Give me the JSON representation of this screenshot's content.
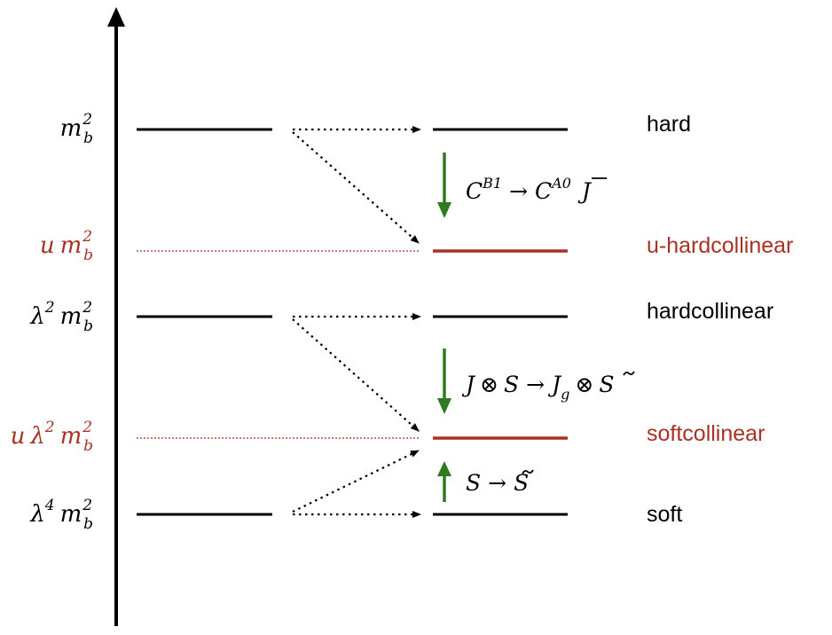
{
  "colors": {
    "black": "#000000",
    "red": "#a83224",
    "green": "#2e7a1e"
  },
  "scale_labels": {
    "hard": {
      "base": "m",
      "sub": "b",
      "sup": "2"
    },
    "u_hard": {
      "prefix": "u",
      "base": "m",
      "sub": "b",
      "sup": "2"
    },
    "hardcoll": {
      "lam": "λ",
      "lam_sup": "2",
      "base": "m",
      "sub": "b",
      "sup": "2"
    },
    "u_soft": {
      "prefix": "u",
      "lam": "λ",
      "lam_sup": "2",
      "base": "m",
      "sub": "b",
      "sup": "2"
    },
    "soft": {
      "lam": "λ",
      "lam_sup": "4",
      "base": "m",
      "sub": "b",
      "sup": "2"
    }
  },
  "level_names": {
    "hard": "hard",
    "u_hard": "u-hardcollinear",
    "hardcoll": "hardcollinear",
    "u_soft": "softcollinear",
    "soft": "soft"
  },
  "matching": {
    "step1": {
      "c1": "C",
      "c1_sup": "B1",
      "arrow": "→",
      "c2": "C",
      "c2_sup": "A0",
      "j": "J"
    },
    "step2": {
      "j": "J",
      "otimes": "⊗",
      "s": "S",
      "arrow": "→",
      "jg": "J",
      "jg_sub": "g",
      "otimes2": "⊗",
      "st": "S"
    },
    "step3": {
      "s": "S",
      "arrow": "→",
      "st": "S"
    }
  }
}
